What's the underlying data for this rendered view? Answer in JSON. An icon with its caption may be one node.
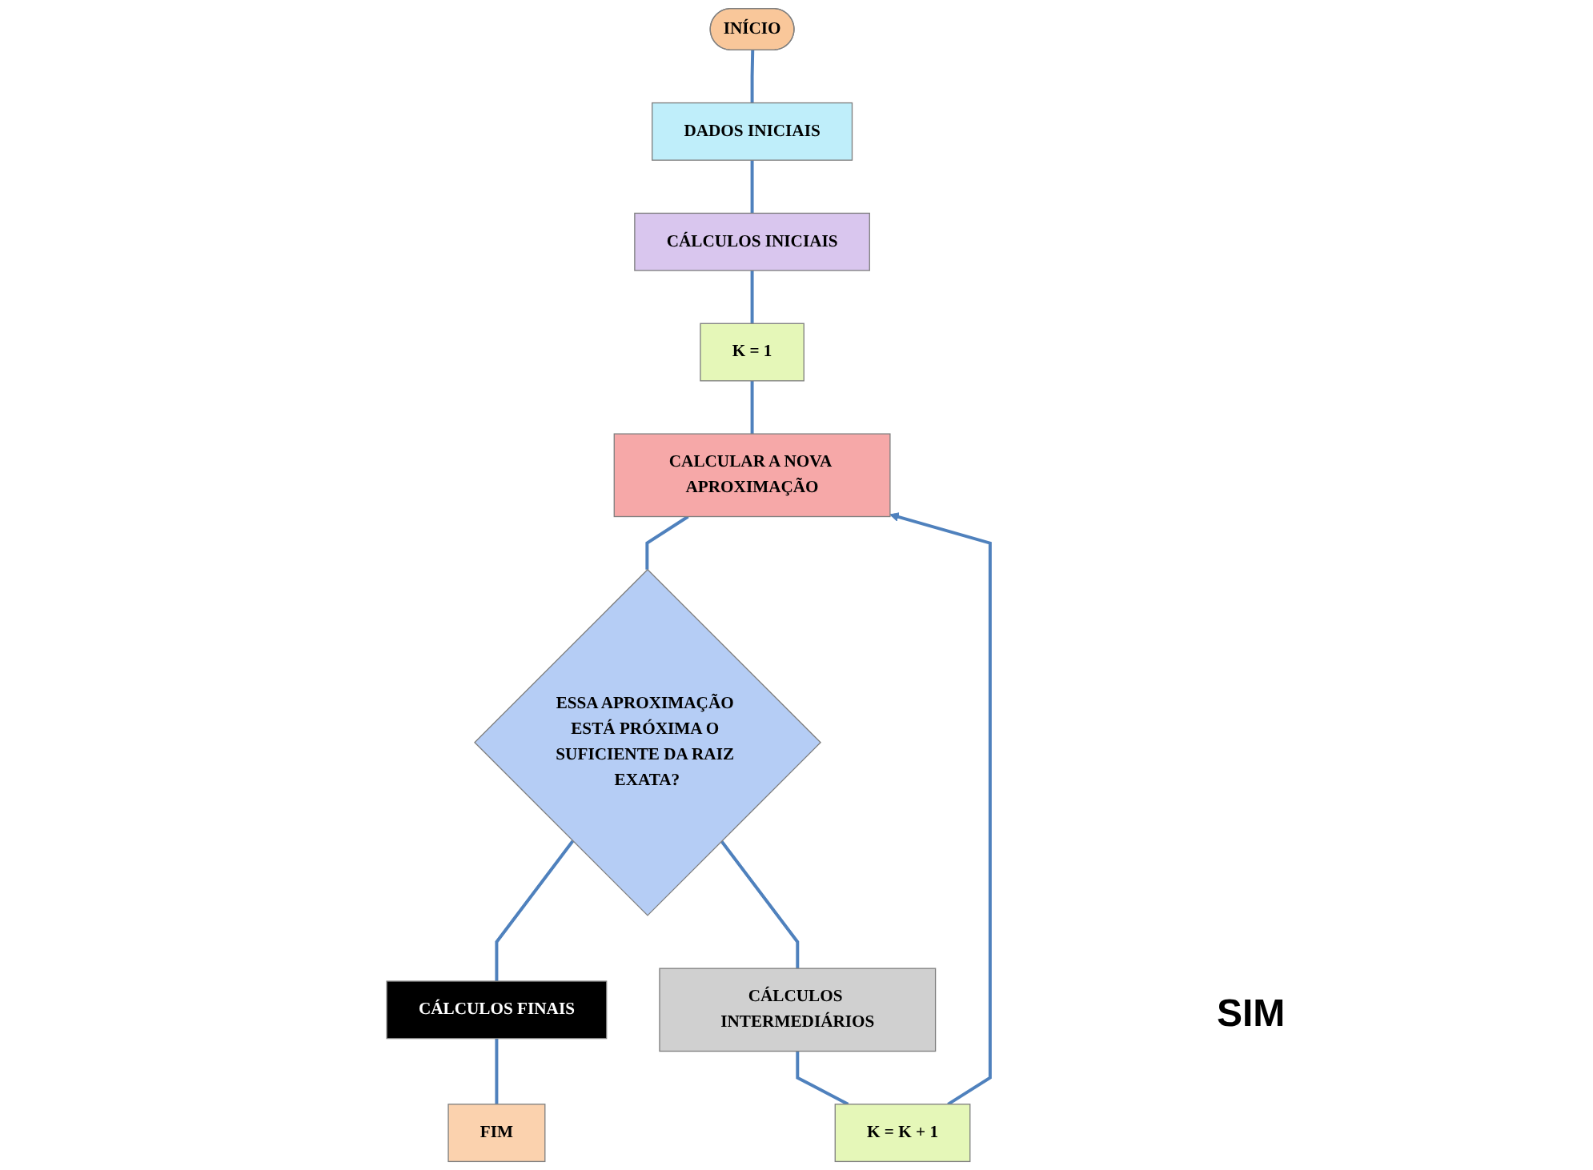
{
  "diagram": {
    "nodes": [
      {
        "text": [
          "INÍCIO"
        ]
      },
      {
        "text": [
          "DADOS INICIAIS"
        ]
      },
      {
        "text": [
          "CÁLCULOS INICIAIS"
        ]
      },
      {
        "text": [
          "K = 1"
        ]
      },
      {
        "text": [
          "CALCULAR A NOVA APROXIMAÇÃO"
        ]
      },
      {
        "text": [
          "ESSA APROXIMAÇÃO ESTÁ PRÓXIMA O SUFICIENTE DA RAIZ EXATA?"
        ]
      },
      {
        "text": [
          "CÁLCULOS FINAIS"
        ]
      },
      {
        "text": [
          "FIM"
        ]
      },
      {
        "text": [
          "CÁLCULOS INTERMEDIÁRIOS"
        ]
      },
      {
        "text": [
          "K = K + 1"
        ]
      }
    ],
    "edges": [
      {
        "from": 0,
        "to": 1,
        "arrow": "none"
      },
      {
        "from": 1,
        "to": 2,
        "arrow": "none"
      },
      {
        "from": 2,
        "to": 3,
        "arrow": "none"
      },
      {
        "from": 3,
        "to": 4,
        "arrow": "none"
      },
      {
        "from": 4,
        "to": 5,
        "arrow": "none"
      },
      {
        "from": 5,
        "to": 6,
        "arrow": "none"
      },
      {
        "from": 6,
        "to": 7,
        "arrow": "none"
      },
      {
        "from": 5,
        "to": 8,
        "arrow": "none"
      },
      {
        "from": 8,
        "to": 9,
        "arrow": "none"
      },
      {
        "from": 9,
        "to": 4,
        "arrow": "to"
      }
    ],
    "labels": [
      "SIM"
    ]
  }
}
